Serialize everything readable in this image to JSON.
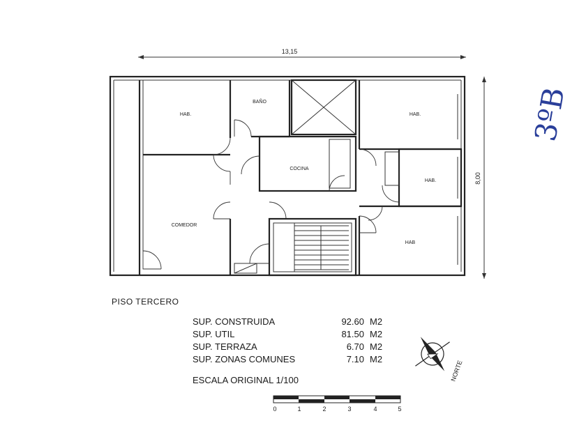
{
  "dimensions": {
    "width_label": "13,15",
    "height_label": "8,00"
  },
  "rooms": {
    "hab_top_left": "HAB.",
    "bano": "BAÑO",
    "hab_top_right": "HAB.",
    "cocina": "COCINA",
    "hab_mid_right": "HAB.",
    "comedor": "COMEDOR",
    "hab_bottom_right": "HAB"
  },
  "floor_title": "PISO TERCERO",
  "surfaces": [
    {
      "label": "SUP. CONSTRUIDA",
      "value": "92.60",
      "unit": "M2"
    },
    {
      "label": "SUP. UTIL",
      "value": "81.50",
      "unit": "M2"
    },
    {
      "label": "SUP. TERRAZA",
      "value": "6.70",
      "unit": "M2"
    },
    {
      "label": "SUP. ZONAS COMUNES",
      "value": "7.10",
      "unit": "M2"
    }
  ],
  "scale": {
    "label": "ESCALA ORIGINAL 1/100",
    "ticks": [
      "0",
      "1",
      "2",
      "3",
      "4",
      "5"
    ]
  },
  "north_label": "NORTE",
  "handwritten_note": "3ºB"
}
